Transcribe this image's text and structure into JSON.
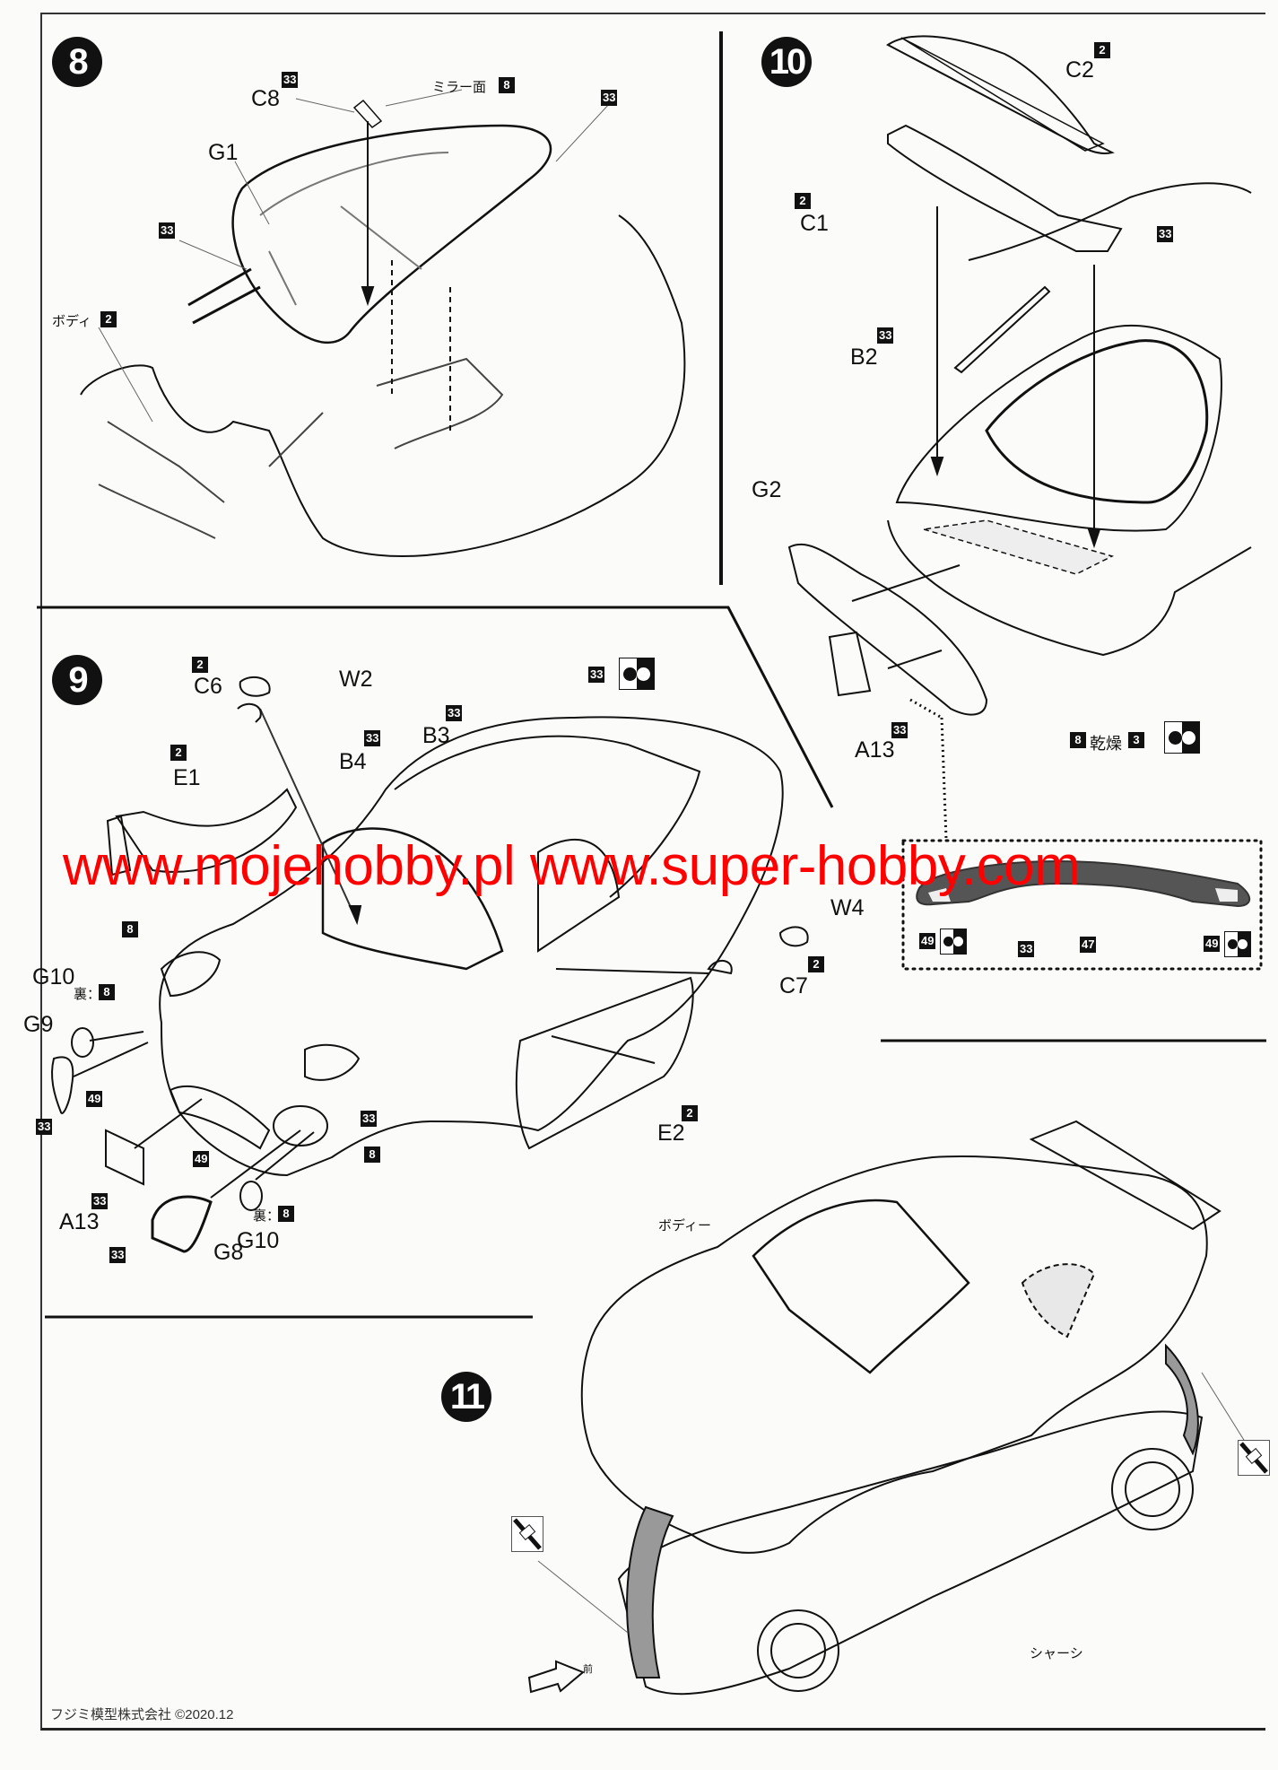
{
  "steps": {
    "s8": "8",
    "s9": "9",
    "s10": "10",
    "s11": "11"
  },
  "step8": {
    "c8": "C8",
    "c8_color": "33",
    "mirror_face": "ミラー面",
    "mirror_color": "8",
    "frame_color": "33",
    "g1": "G1",
    "g1_color": "33",
    "body": "ボディ",
    "body_color": "2"
  },
  "step10": {
    "c2": "C2",
    "c2_color": "2",
    "c1": "C1",
    "c1_color": "2",
    "window_color": "33",
    "b2": "B2",
    "b2_color": "33",
    "g2": "G2",
    "a13": "A13",
    "a13_color": "33",
    "lamp_color_a": "8",
    "dry": "乾燥",
    "lamp_color_b": "3",
    "inset": {
      "l49a": "49",
      "l33": "33",
      "l47": "47",
      "l49b": "49"
    }
  },
  "step9": {
    "c6": "C6",
    "c6_color": "2",
    "w2": "W2",
    "e1": "E1",
    "e1_color": "2",
    "b4": "B4",
    "b4_color": "33",
    "b3": "B3",
    "b3_color": "33",
    "window_color": "33",
    "w4": "W4",
    "c7": "C7",
    "c7_color": "2",
    "e2": "E2",
    "e2_color": "2",
    "lamp_color": "8",
    "g10a": "G10",
    "back_label_a": "裏：",
    "back_color_a": "8",
    "g9": "G9",
    "c49a": "49",
    "g9_color": "33",
    "wiper_color": "33",
    "fog_color": "8",
    "c49b": "49",
    "a13": "A13",
    "a13_color": "33",
    "g8_color": "33",
    "g8": "G8",
    "g10b": "G10",
    "back_label_b": "裏：",
    "back_color_b": "8"
  },
  "step11": {
    "body": "ボディー",
    "chassis": "シャーシ",
    "front": "前"
  },
  "watermark": "www.mojehobby.pl www.super-hobby.com",
  "footer": "フジミ模型株式会社 ©2020.12"
}
